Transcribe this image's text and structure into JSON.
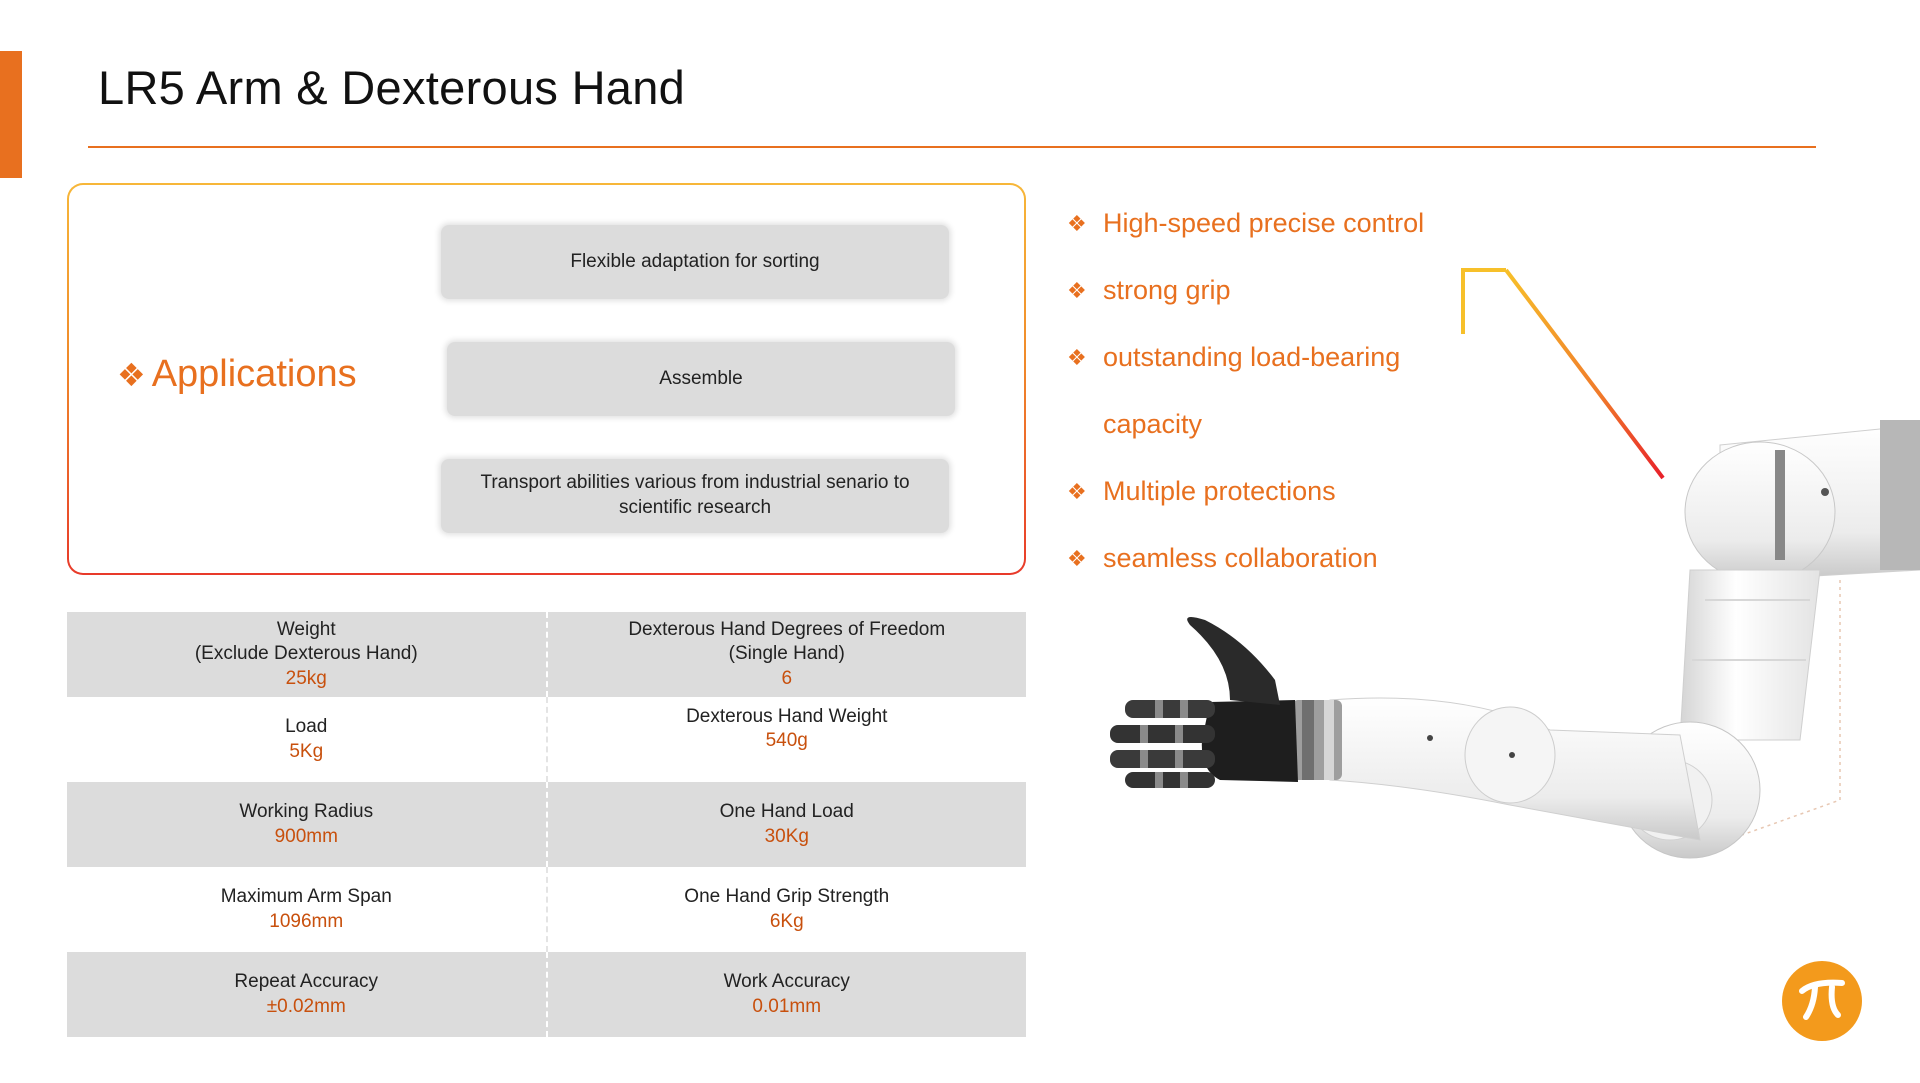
{
  "slide": {
    "title": "LR5 Arm & Dexterous Hand"
  },
  "applications": {
    "heading": "Applications",
    "items": [
      "Flexible adaptation for sorting",
      "Assemble",
      "Transport abilities various from industrial senario to scientific research"
    ]
  },
  "specs": {
    "rows": [
      [
        {
          "label": "Weight",
          "sub": "(Exclude Dexterous Hand)",
          "value": "25kg"
        },
        {
          "label": "Dexterous Hand Degrees of Freedom",
          "sub": "(Single Hand)",
          "value": "6"
        }
      ],
      [
        {
          "label": "Load",
          "value": "5Kg"
        },
        {
          "label": "Dexterous Hand Weight",
          "value": "540g"
        }
      ],
      [
        {
          "label": "Working Radius",
          "value": "900mm"
        },
        {
          "label": "One Hand Load",
          "value": "30Kg"
        }
      ],
      [
        {
          "label": "Maximum Arm Span",
          "value": "1096mm"
        },
        {
          "label": "One Hand Grip Strength",
          "value": "6Kg"
        }
      ],
      [
        {
          "label": "Repeat Accuracy",
          "value": "±0.02mm"
        },
        {
          "label": "Work Accuracy",
          "value": "0.01mm"
        }
      ]
    ]
  },
  "features": {
    "items": [
      "High-speed precise control",
      "strong grip",
      "outstanding load-bearing",
      "capacity",
      "Multiple protections",
      "seamless collaboration"
    ]
  },
  "colors": {
    "accent": "#e8701f",
    "value_text": "#c8500d",
    "row_shade": "#dcdcdc"
  },
  "icons": {
    "bullet": "diamond-cluster-icon",
    "logo": "pi-logo-icon"
  }
}
